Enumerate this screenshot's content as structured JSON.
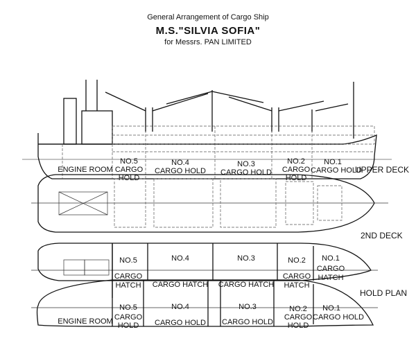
{
  "title": {
    "line1": "General Arrangement of Cargo Ship",
    "ship_name": "M.S.\"SILVIA SOFIA\"",
    "owner": "for Messrs. PAN LIMITED"
  },
  "profile": {
    "engine_room": "ENGINE  ROOM",
    "no5": [
      "NO.5",
      "CARGO",
      "HOLD"
    ],
    "no4": [
      "NO.4",
      "CARGO HOLD"
    ],
    "no3": [
      "NO.3",
      "CARGO  HOLD"
    ],
    "no2": [
      "NO.2",
      "CARGO",
      "HOLD"
    ],
    "no1": [
      "NO.1",
      "CARGO HOLD"
    ]
  },
  "upper_deck": {
    "label": "UPPER  DECK"
  },
  "second_deck": {
    "label": "2ND  DECK",
    "no5": [
      "NO.5",
      "CARGO",
      "HATCH"
    ],
    "no4": [
      "NO.4",
      "CARGO  HATCH"
    ],
    "no3": [
      "NO.3",
      "CARGO  HATCH"
    ],
    "no2": [
      "NO.2",
      "CARGO",
      "HATCH"
    ],
    "no1": [
      "NO.1",
      "CARGO",
      "HATCH"
    ]
  },
  "hold_plan": {
    "label": "HOLD  PLAN",
    "engine_room": "ENGINE  ROOM",
    "no5": [
      "NO.5",
      "CARGO",
      "HOLD"
    ],
    "no4": [
      "NO.4",
      "CARGO HOLD"
    ],
    "no3": [
      "NO.3",
      "CARGO  HOLD"
    ],
    "no2": [
      "NO.2",
      "CARGO",
      "HOLD"
    ],
    "no1": [
      "NO.1",
      "CARGO HOLD"
    ]
  }
}
